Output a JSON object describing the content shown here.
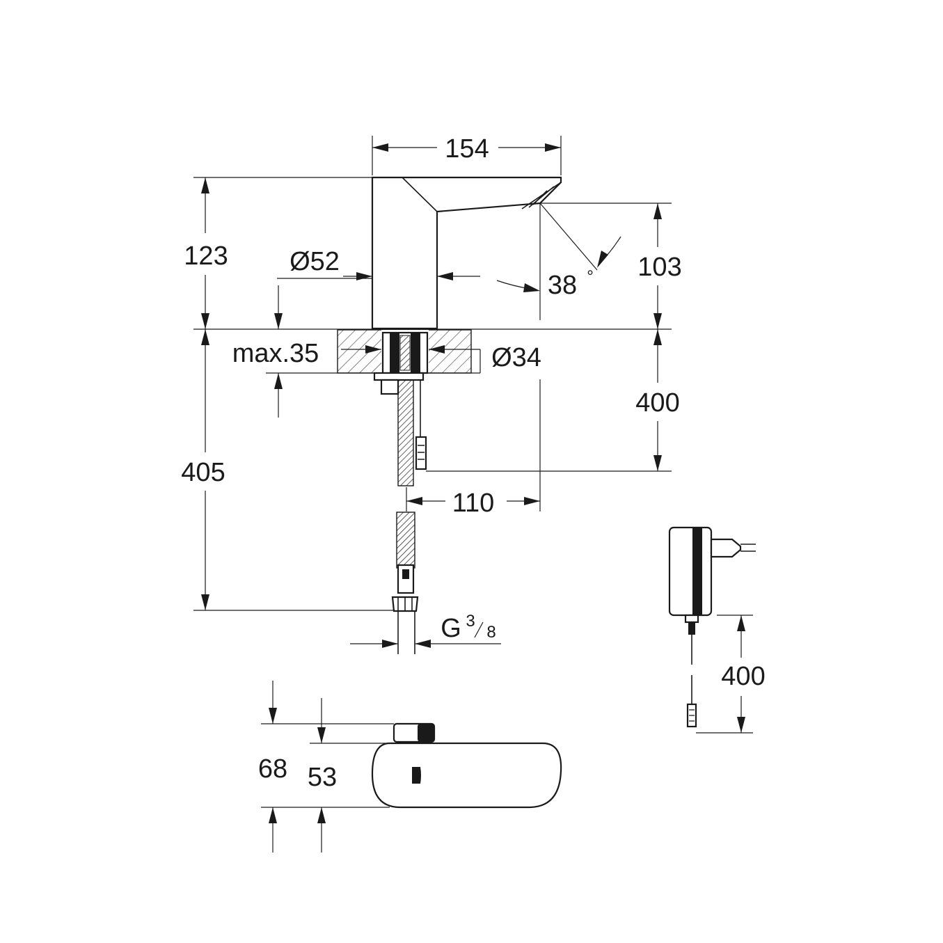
{
  "dimensions": {
    "width_top": "154",
    "height_upper_left": "123",
    "diameter_body": "Ø52",
    "angle": "38",
    "angle_unit": "°",
    "spout_height": "103",
    "deck_max": "max.35",
    "diameter_hole": "Ø34",
    "hose_length_right": "400",
    "total_lower_left": "405",
    "offset_110": "110",
    "thread_prefix": "G",
    "thread_num": "3",
    "thread_den": "8",
    "plan_height_68": "68",
    "plan_height_53": "53",
    "adapter_cable": "400"
  },
  "colors": {
    "line": "#1a1a1a",
    "background": "#ffffff"
  }
}
